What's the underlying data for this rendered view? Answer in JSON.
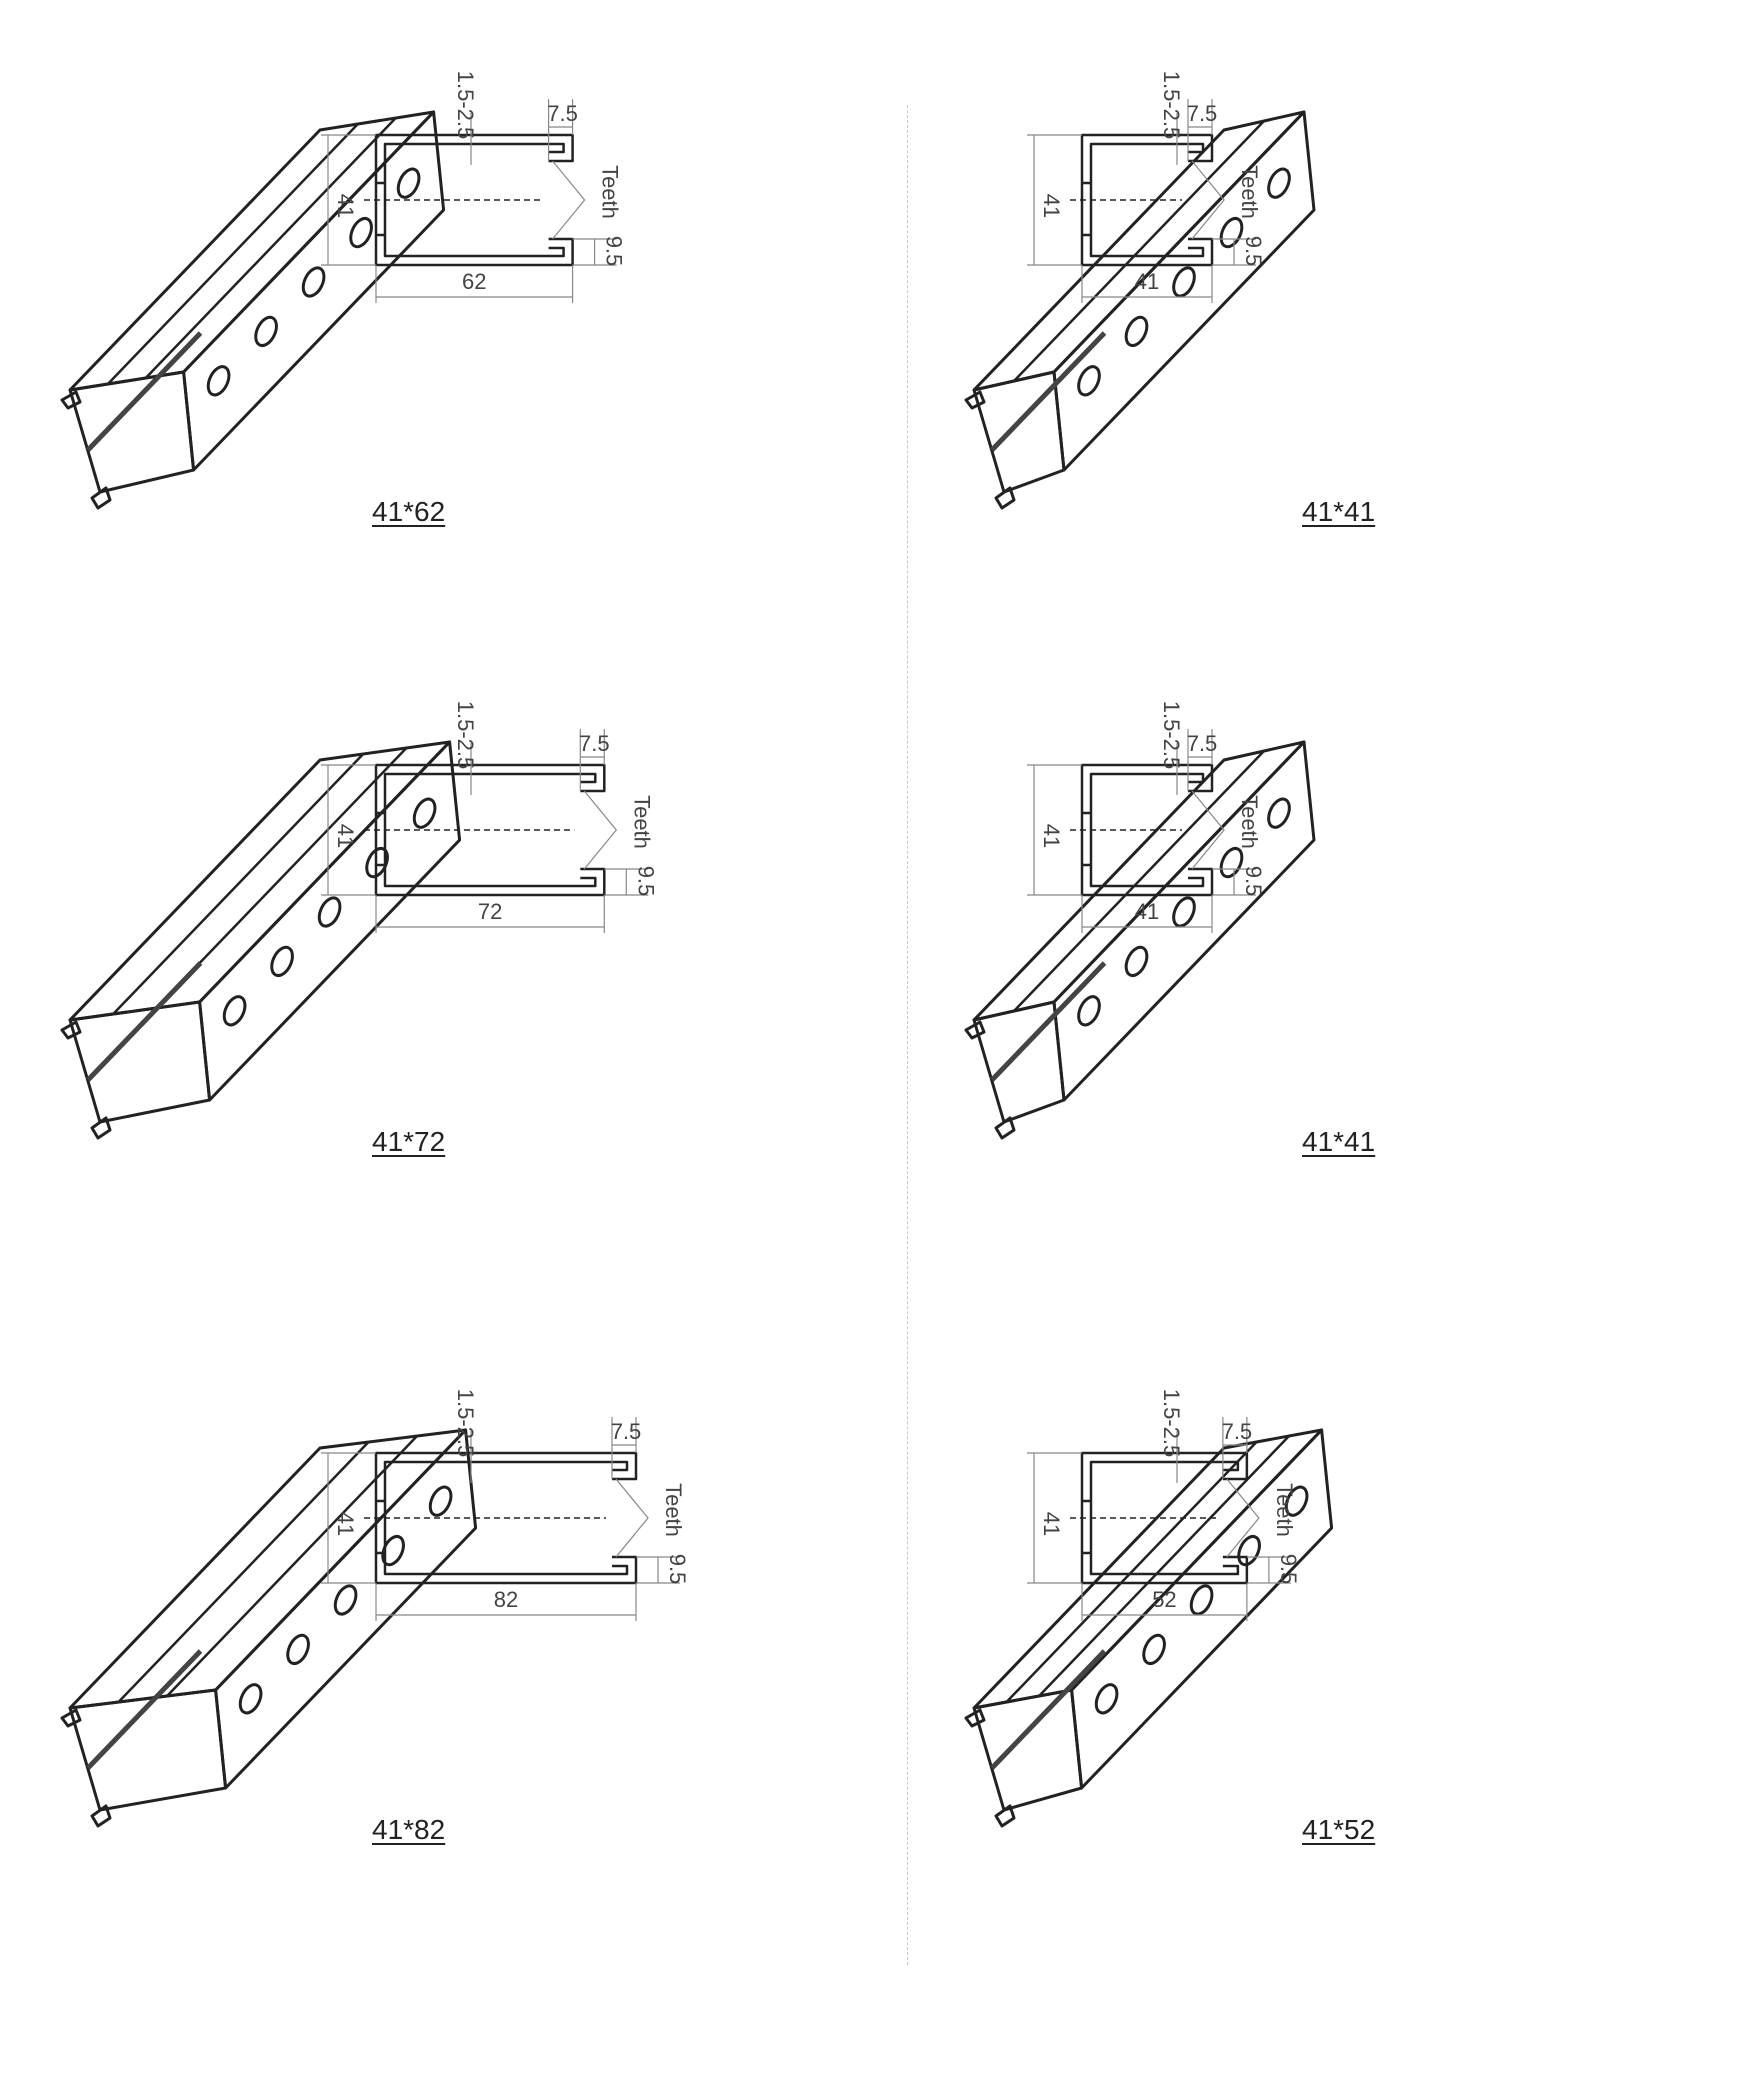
{
  "labels": {
    "thickness": "1.5-2.5",
    "lip": "7.5",
    "teeth": "Teeth",
    "gap": "9.5",
    "height": "41"
  },
  "colors": {
    "line": "#222222",
    "dim_line": "#888888",
    "divider": "#c8c8c8"
  },
  "channels": [
    {
      "caption": "41*62",
      "width_label": "62",
      "width_mm": 62
    },
    {
      "caption": "41*41",
      "width_label": "41",
      "width_mm": 41
    },
    {
      "caption": "41*72",
      "width_label": "72",
      "width_mm": 72
    },
    {
      "caption": "41*41",
      "width_label": "41",
      "width_mm": 41
    },
    {
      "caption": "41*82",
      "width_label": "82",
      "width_mm": 82
    },
    {
      "caption": "41*52",
      "width_label": "52",
      "width_mm": 52
    }
  ]
}
